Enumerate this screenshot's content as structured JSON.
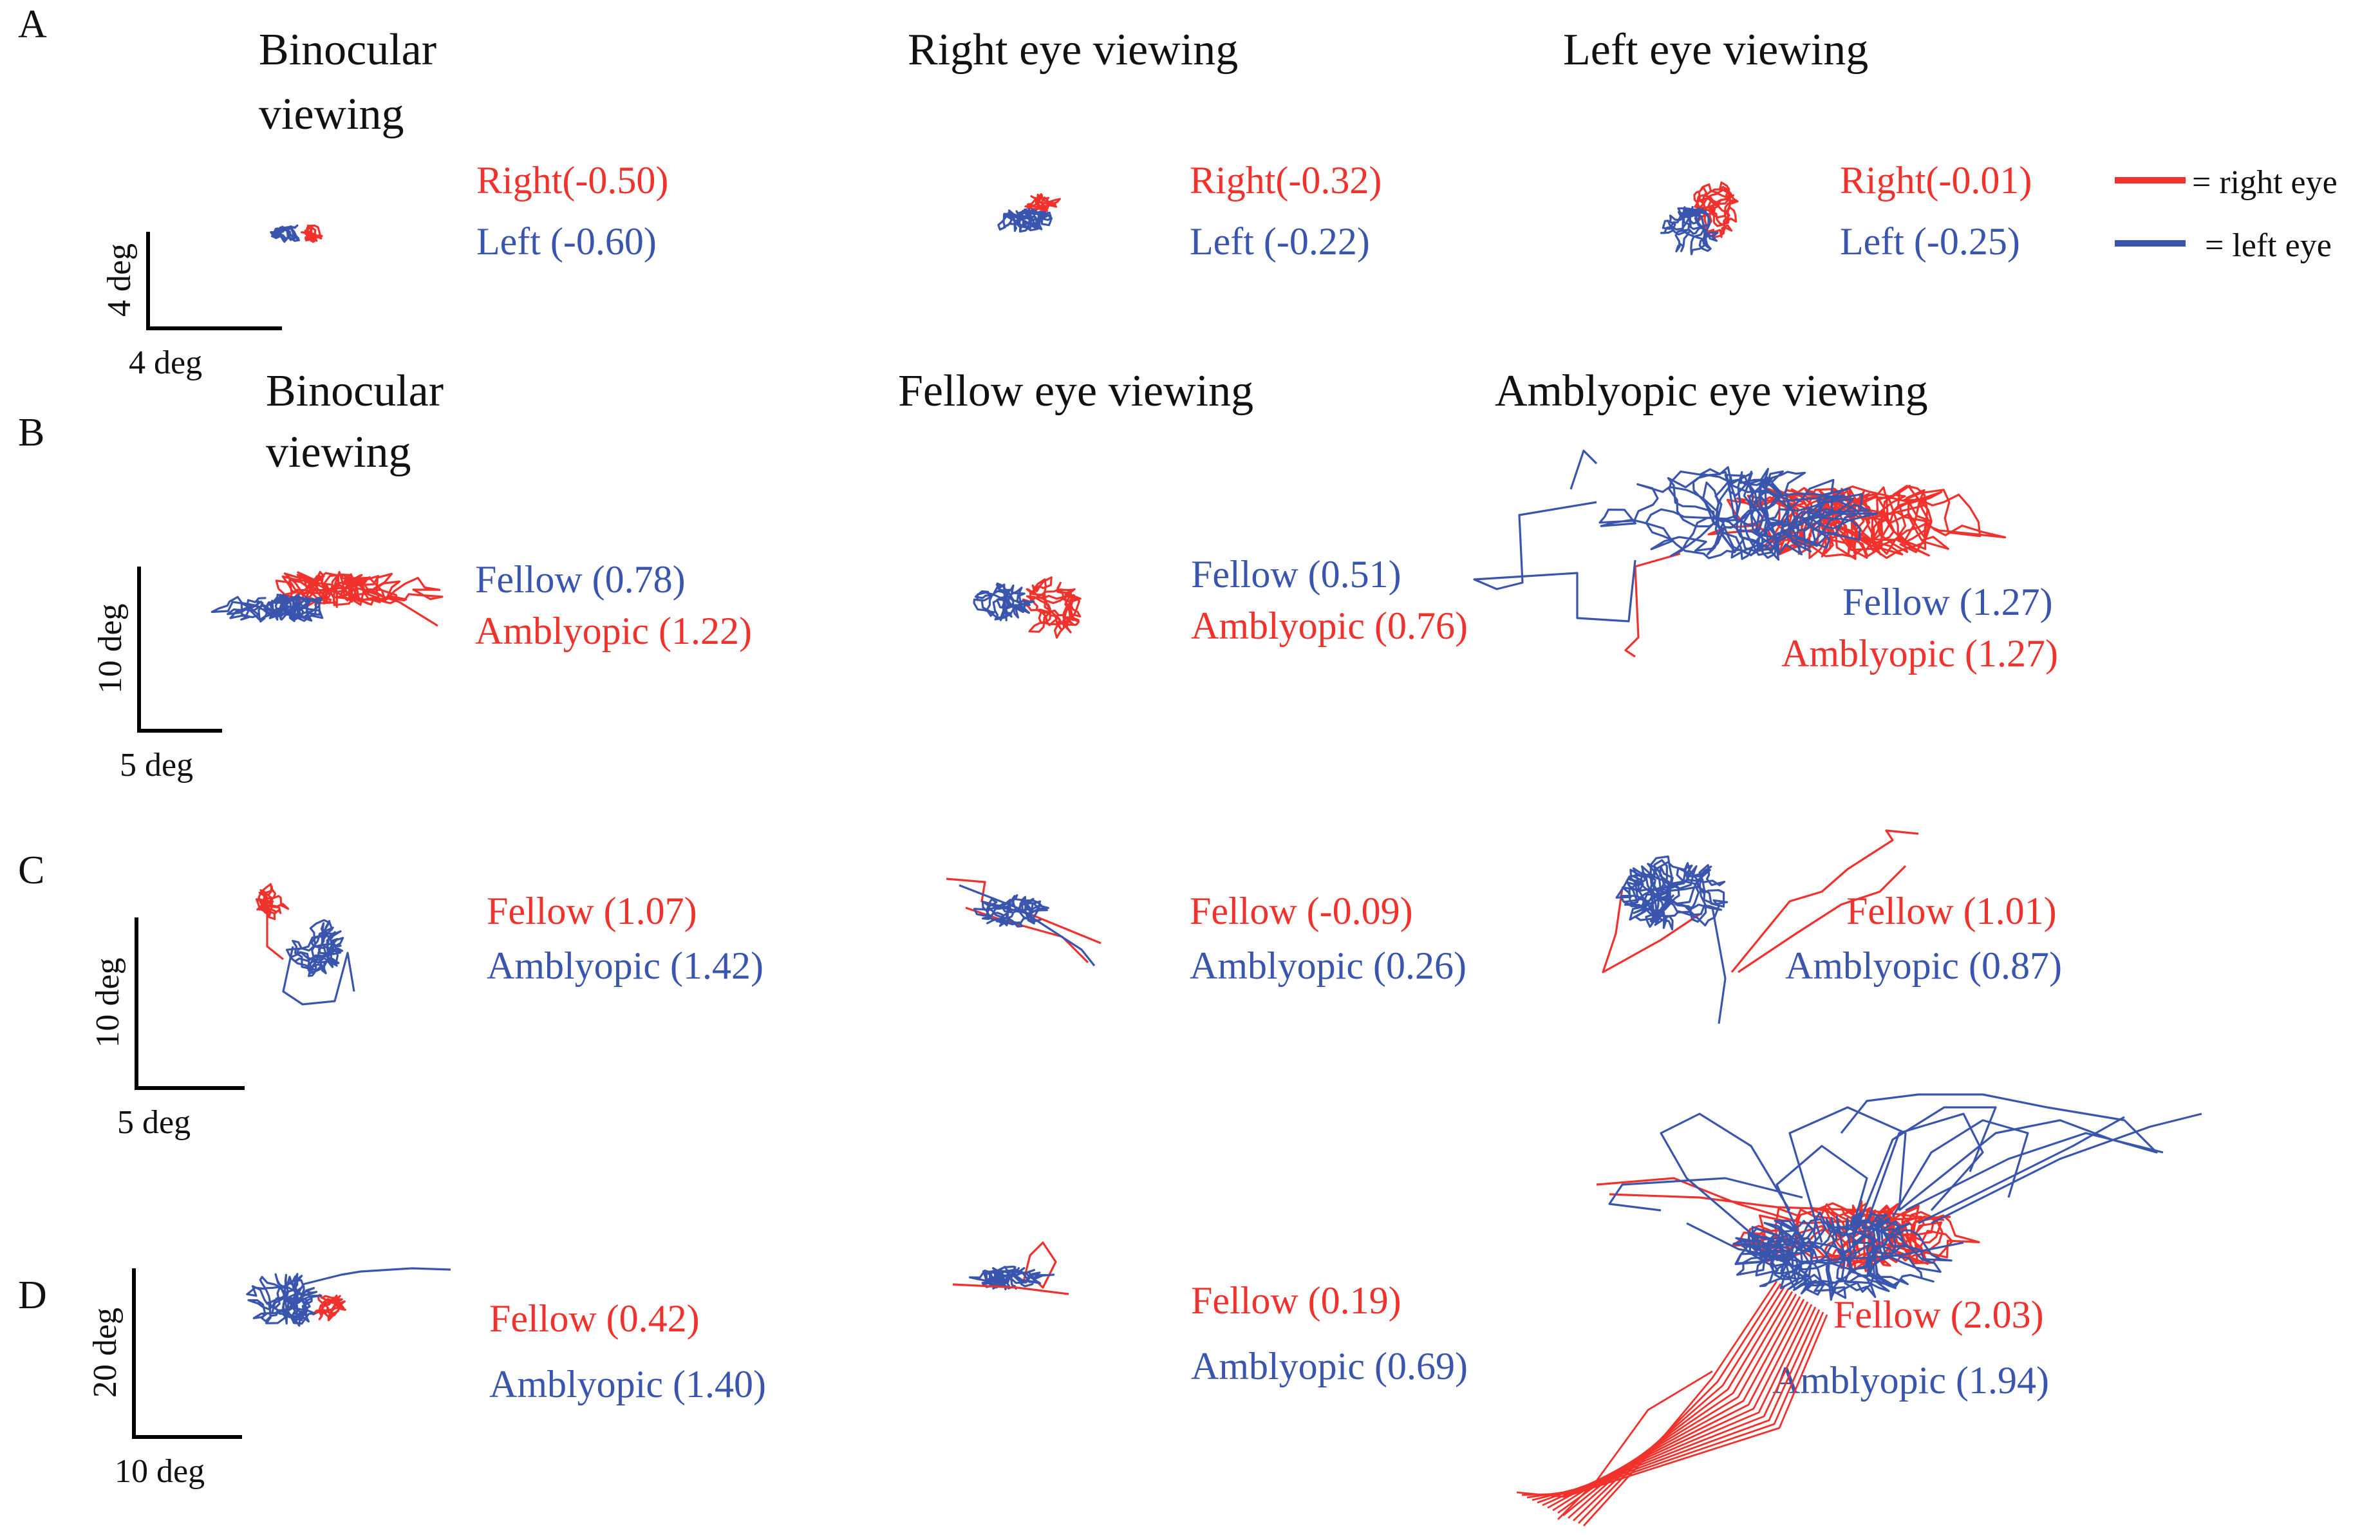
{
  "colors": {
    "right_eye": "#f1322c",
    "left_eye": "#3a55ad",
    "text": "#111111",
    "axis": "#000000"
  },
  "rows": [
    {
      "letter": "A",
      "columns": [
        {
          "title": [
            "Binocular",
            "viewing"
          ],
          "values": [
            {
              "text": "Right(-0.50)",
              "eye": "right"
            },
            {
              "text": "Left (-0.60)",
              "eye": "left"
            }
          ]
        },
        {
          "title": [
            "Right eye viewing"
          ],
          "values": [
            {
              "text": "Right(-0.32)",
              "eye": "right"
            },
            {
              "text": "Left (-0.22)",
              "eye": "left"
            }
          ]
        },
        {
          "title": [
            "Left eye viewing"
          ],
          "values": [
            {
              "text": "Right(-0.01)",
              "eye": "right"
            },
            {
              "text": "Left (-0.25)",
              "eye": "left"
            }
          ]
        }
      ],
      "scale_bar": {
        "vertical": "4 deg",
        "horizontal": "4 deg"
      }
    },
    {
      "letter": "B",
      "columns": [
        {
          "title": [
            "Binocular",
            "viewing"
          ],
          "values": [
            {
              "text": "Fellow (0.78)",
              "eye": "left"
            },
            {
              "text": "Amblyopic (1.22)",
              "eye": "right"
            }
          ]
        },
        {
          "title": [
            "Fellow eye viewing"
          ],
          "values": [
            {
              "text": "Fellow (0.51)",
              "eye": "left"
            },
            {
              "text": "Amblyopic (0.76)",
              "eye": "right"
            }
          ]
        },
        {
          "title": [
            "Amblyopic eye viewing"
          ],
          "values": [
            {
              "text": "Fellow (1.27)",
              "eye": "left"
            },
            {
              "text": "Amblyopic (1.27)",
              "eye": "right"
            }
          ]
        }
      ],
      "scale_bar": {
        "vertical": "10 deg",
        "horizontal": "5 deg"
      }
    },
    {
      "letter": "C",
      "columns": [
        {
          "title": [],
          "values": [
            {
              "text": "Fellow (1.07)",
              "eye": "right"
            },
            {
              "text": "Amblyopic (1.42)",
              "eye": "left"
            }
          ]
        },
        {
          "title": [],
          "values": [
            {
              "text": "Fellow (-0.09)",
              "eye": "right"
            },
            {
              "text": "Amblyopic (0.26)",
              "eye": "left"
            }
          ]
        },
        {
          "title": [],
          "values": [
            {
              "text": "Fellow (1.01)",
              "eye": "right"
            },
            {
              "text": "Amblyopic (0.87)",
              "eye": "left"
            }
          ]
        }
      ],
      "scale_bar": {
        "vertical": "10 deg",
        "horizontal": "5 deg"
      }
    },
    {
      "letter": "D",
      "columns": [
        {
          "title": [],
          "values": [
            {
              "text": "Fellow (0.42)",
              "eye": "right"
            },
            {
              "text": "Amblyopic (1.40)",
              "eye": "left"
            }
          ]
        },
        {
          "title": [],
          "values": [
            {
              "text": "Fellow (0.19)",
              "eye": "right"
            },
            {
              "text": "Amblyopic (0.69)",
              "eye": "left"
            }
          ]
        },
        {
          "title": [],
          "values": [
            {
              "text": "Fellow (2.03)",
              "eye": "right"
            },
            {
              "text": "Amblyopic (1.94)",
              "eye": "left"
            }
          ]
        }
      ],
      "scale_bar": {
        "vertical": "20 deg",
        "horizontal": "10 deg"
      }
    }
  ],
  "legend": [
    {
      "text": "= right eye",
      "eye": "right"
    },
    {
      "text": "= left eye",
      "eye": "left"
    }
  ]
}
